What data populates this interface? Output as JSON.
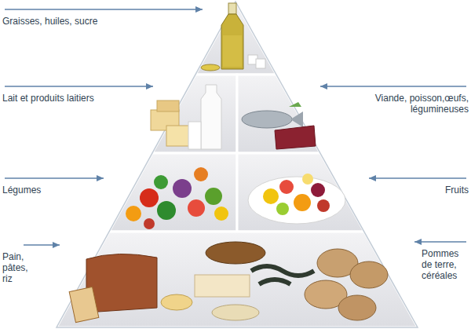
{
  "diagram": {
    "labels": [
      "Graisses, huiles, sucre",
      "Lait et produits laitiers",
      "Viande, poisson,œufs, légumineuses",
      "Légumes",
      "Fruits",
      "Pain, pâtes, riz",
      "Pommes de terre, céréales"
    ]
  }
}
